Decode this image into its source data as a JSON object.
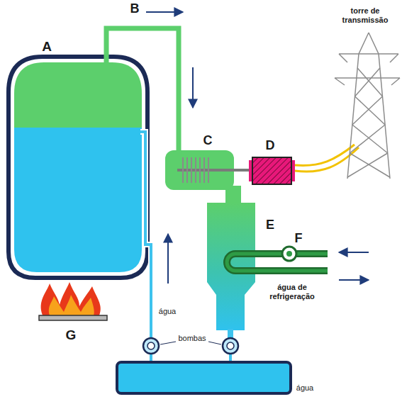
{
  "diagram": {
    "labels": [
      "B",
      "A",
      "torre de transmissão",
      "C",
      "D",
      "E",
      "F",
      "água de refrigeração",
      "água",
      "G",
      "bombas",
      "água"
    ]
  }
}
